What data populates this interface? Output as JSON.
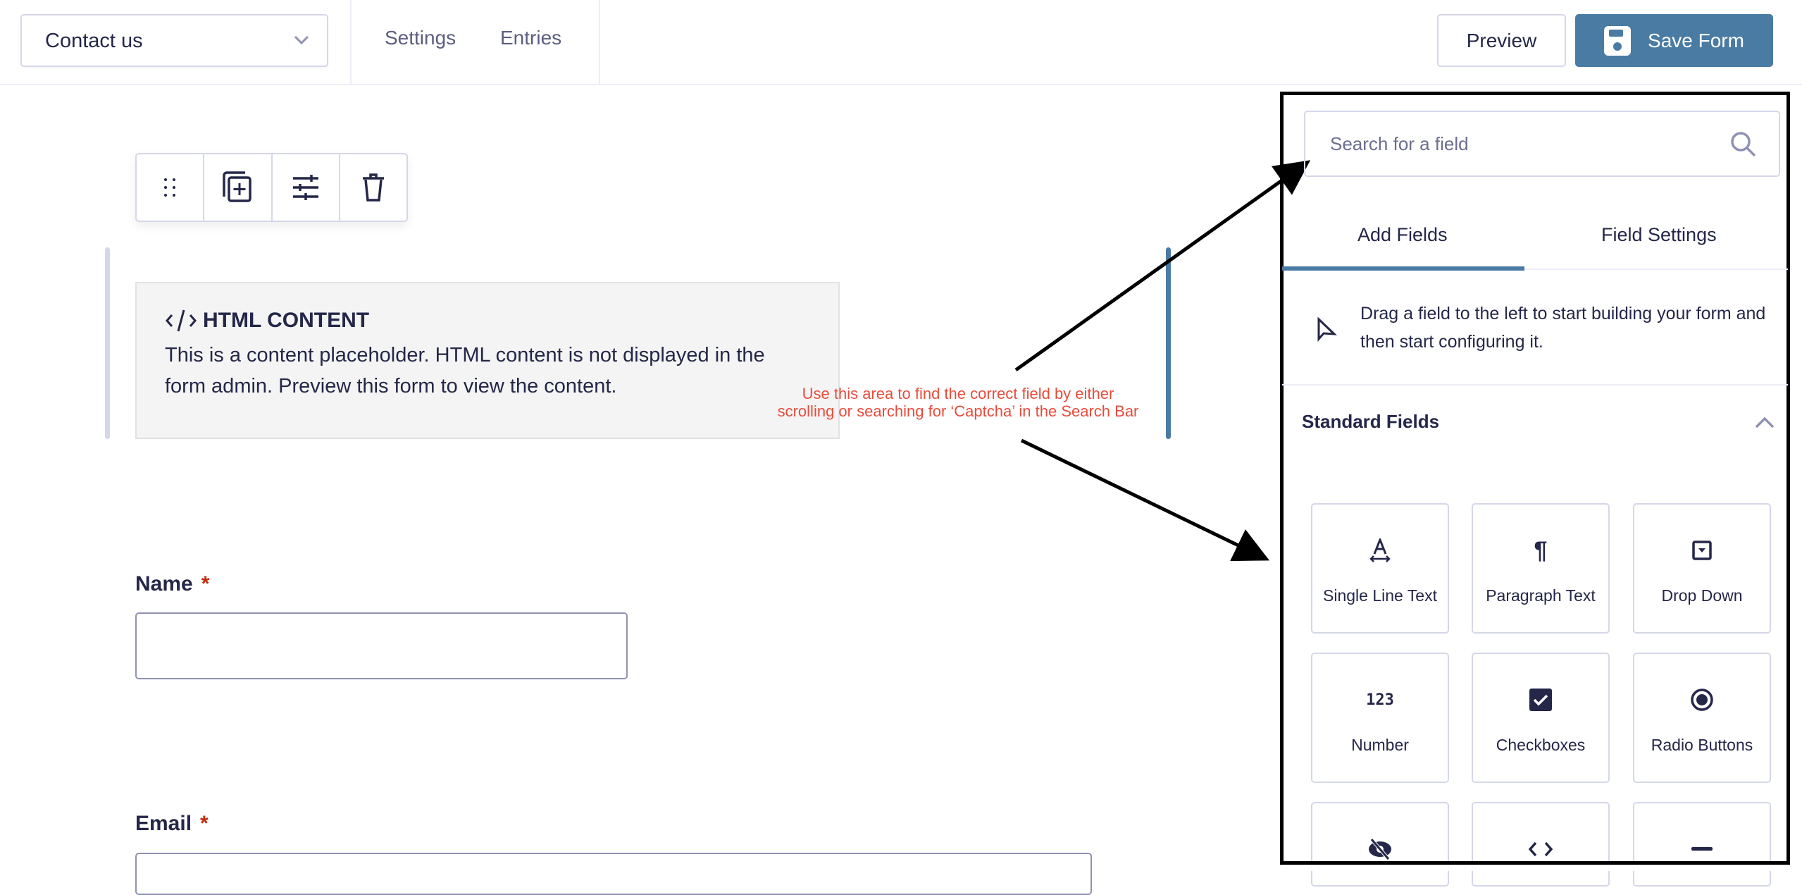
{
  "header": {
    "form_selector": "Contact us",
    "nav": [
      "Settings",
      "Entries"
    ],
    "preview_label": "Preview",
    "save_label": "Save Form"
  },
  "canvas": {
    "html_block": {
      "title": "HTML CONTENT",
      "body": "This is a content placeholder. HTML content is not displayed in the form admin. Preview this form to view the content."
    },
    "fields": [
      {
        "label": "Name",
        "required_mark": "*"
      },
      {
        "label": "Email",
        "required_mark": "*"
      }
    ]
  },
  "annotation": {
    "text": "Use this area to find the correct field by either scrolling or searching for ‘Captcha’ in the Search Bar",
    "color": "#e74c3c"
  },
  "sidebar": {
    "search_placeholder": "Search for a field",
    "tabs": [
      "Add Fields",
      "Field Settings"
    ],
    "active_tab": "Add Fields",
    "hint": "Drag a field to the left to start building your form and then start configuring it.",
    "section_title": "Standard Fields",
    "field_types": [
      {
        "label": "Single Line Text",
        "icon": "text-icon"
      },
      {
        "label": "Paragraph Text",
        "icon": "pilcrow-icon"
      },
      {
        "label": "Drop Down",
        "icon": "dropdown-icon"
      },
      {
        "label": "Number",
        "icon": "number-icon"
      },
      {
        "label": "Checkboxes",
        "icon": "checkbox-icon"
      },
      {
        "label": "Radio Buttons",
        "icon": "radio-icon"
      }
    ],
    "number_icon_text": "123"
  },
  "colors": {
    "accent": "#4a7ba3",
    "text": "#242748",
    "required": "#c02b0a"
  }
}
